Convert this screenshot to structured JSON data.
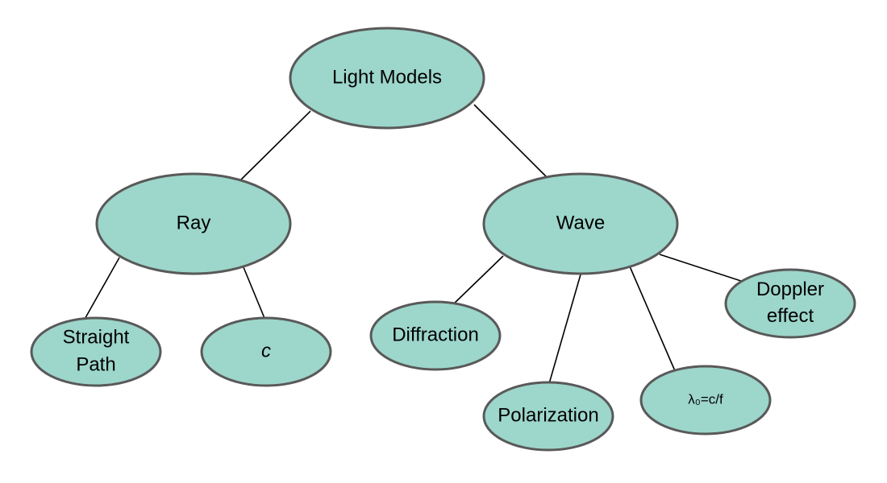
{
  "diagram": {
    "type": "concept-tree",
    "colors": {
      "node_fill": "#9dd6cb",
      "node_stroke": "#595959",
      "edge": "#000000",
      "text": "#000000"
    },
    "nodes": [
      {
        "id": "light-models",
        "lines": [
          "Light Models"
        ]
      },
      {
        "id": "ray",
        "lines": [
          "Ray"
        ]
      },
      {
        "id": "wave",
        "lines": [
          "Wave"
        ]
      },
      {
        "id": "straight-path",
        "lines": [
          "Straight",
          "Path"
        ]
      },
      {
        "id": "c",
        "lines": [
          "c"
        ],
        "italic": true
      },
      {
        "id": "diffraction",
        "lines": [
          "Diffraction"
        ]
      },
      {
        "id": "polarization",
        "lines": [
          "Polarization"
        ]
      },
      {
        "id": "wavelength",
        "lines": [
          "λ₀=c/f"
        ]
      },
      {
        "id": "doppler",
        "lines": [
          "Doppler",
          "effect"
        ]
      }
    ],
    "edges": [
      [
        "light-models",
        "ray"
      ],
      [
        "light-models",
        "wave"
      ],
      [
        "ray",
        "straight-path"
      ],
      [
        "ray",
        "c"
      ],
      [
        "wave",
        "diffraction"
      ],
      [
        "wave",
        "polarization"
      ],
      [
        "wave",
        "wavelength"
      ],
      [
        "wave",
        "doppler"
      ]
    ]
  }
}
